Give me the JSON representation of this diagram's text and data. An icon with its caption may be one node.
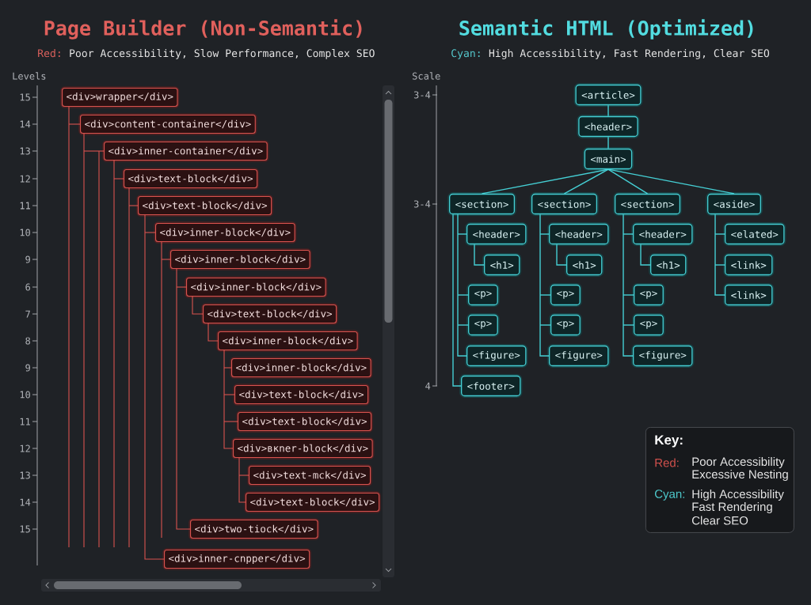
{
  "diagram": {
    "nodes": [
      {
        "text": [
          "<div>wrapper</div>"
        ]
      },
      {
        "text": [
          "<div>content-container</div>"
        ]
      },
      {
        "text": [
          "<div>inner-container</div>"
        ]
      },
      {
        "text": [
          "<div>text-block</div>"
        ]
      },
      {
        "text": [
          "<div>text-block</div>"
        ]
      },
      {
        "text": [
          "<div>inner-block</div>"
        ]
      },
      {
        "text": [
          "<div>inner-block</div>"
        ]
      },
      {
        "text": [
          "<div>inner-block</div>"
        ]
      },
      {
        "text": [
          "<div>text-block</div>"
        ]
      },
      {
        "text": [
          "<div>inner-block</div>"
        ]
      },
      {
        "text": [
          "<div>inner-block</div>"
        ]
      },
      {
        "text": [
          "<div>text-block</div>"
        ]
      },
      {
        "text": [
          "<div>text-block</div>"
        ]
      },
      {
        "text": [
          "<div>вкner-block</div>"
        ]
      },
      {
        "text": [
          "<div>text-mck</div>"
        ]
      },
      {
        "text": [
          "<div>text-block</div>"
        ]
      },
      {
        "text": [
          "<div>two-tiock</div>"
        ]
      },
      {
        "text": [
          "<div>inner-cnpper</div>"
        ]
      },
      {
        "text": [
          "<article>"
        ]
      },
      {
        "text": [
          "<header>"
        ]
      },
      {
        "text": [
          "<main>"
        ]
      },
      {
        "text": [
          "<section>"
        ]
      },
      {
        "text": [
          "<section>"
        ]
      },
      {
        "text": [
          "<section>"
        ]
      },
      {
        "text": [
          "<aside>"
        ]
      },
      {
        "text": [
          "<header>"
        ]
      },
      {
        "text": [
          "<h1>"
        ]
      },
      {
        "text": [
          "<p>"
        ]
      },
      {
        "text": [
          "<p>"
        ]
      },
      {
        "text": [
          "<figure>"
        ]
      },
      {
        "text": [
          "<footer>"
        ]
      },
      {
        "text": [
          "<header>"
        ]
      },
      {
        "text": [
          "<h1>"
        ]
      },
      {
        "text": [
          "<p>"
        ]
      },
      {
        "text": [
          "<p>"
        ]
      },
      {
        "text": [
          "<figure>"
        ]
      },
      {
        "text": [
          "<header>"
        ]
      },
      {
        "text": [
          "<h1>"
        ]
      },
      {
        "text": [
          "<p>"
        ]
      },
      {
        "text": [
          "<p>"
        ]
      },
      {
        "text": [
          "<figure>"
        ]
      },
      {
        "text": [
          "<elated>"
        ]
      },
      {
        "text": [
          "<link>"
        ]
      },
      {
        "text": [
          "<link>"
        ]
      },
      {
        "text": [
          "Key:",
          "Red:",
          "Poor Accessibility",
          "Excessive Nesting",
          "Cyan:",
          "High Accessibility",
          "Fast Rendering",
          "Clear SEO"
        ]
      }
    ],
    "edges": [
      {
        "from": 0,
        "to": 1,
        "arrow": "none",
        "color": "#d9534f"
      },
      {
        "from": 1,
        "to": 2,
        "arrow": "none",
        "color": "#d9534f"
      },
      {
        "from": 2,
        "to": 3,
        "arrow": "none",
        "color": "#d9534f"
      },
      {
        "from": 3,
        "to": 4,
        "arrow": "none",
        "color": "#d9534f"
      },
      {
        "from": 4,
        "to": 5,
        "arrow": "none",
        "color": "#d9534f"
      },
      {
        "from": 5,
        "to": 6,
        "arrow": "none",
        "color": "#d9534f"
      },
      {
        "from": 6,
        "to": 7,
        "arrow": "none",
        "color": "#d9534f"
      },
      {
        "from": 7,
        "to": 8,
        "arrow": "none",
        "color": "#d9534f"
      },
      {
        "from": 8,
        "to": 9,
        "arrow": "none",
        "color": "#d9534f"
      },
      {
        "from": 9,
        "to": 10,
        "arrow": "none",
        "color": "#d9534f"
      },
      {
        "from": 9,
        "to": 11,
        "arrow": "none",
        "color": "#d9534f"
      },
      {
        "from": 9,
        "to": 12,
        "arrow": "none",
        "color": "#d9534f"
      },
      {
        "from": 9,
        "to": 13,
        "arrow": "none",
        "color": "#d9534f"
      },
      {
        "from": 13,
        "to": 14,
        "arrow": "none",
        "color": "#d9534f"
      },
      {
        "from": 13,
        "to": 15,
        "arrow": "none",
        "color": "#d9534f"
      },
      {
        "from": 6,
        "to": 16,
        "arrow": "none",
        "color": "#d9534f"
      },
      {
        "from": 4,
        "to": 17,
        "arrow": "none",
        "color": "#d9534f"
      },
      {
        "from": 18,
        "to": 19,
        "arrow": "none"
      },
      {
        "from": 19,
        "to": 20,
        "arrow": "none"
      },
      {
        "from": 20,
        "to": 21,
        "arrow": "none"
      },
      {
        "from": 20,
        "to": 22,
        "arrow": "none"
      },
      {
        "from": 20,
        "to": 23,
        "arrow": "none"
      },
      {
        "from": 20,
        "to": 24,
        "arrow": "none"
      },
      {
        "from": 21,
        "to": 25,
        "arrow": "none"
      },
      {
        "from": 25,
        "to": 26,
        "arrow": "none"
      },
      {
        "from": 21,
        "to": 27,
        "arrow": "none"
      },
      {
        "from": 21,
        "to": 28,
        "arrow": "none"
      },
      {
        "from": 21,
        "to": 29,
        "arrow": "none"
      },
      {
        "from": 21,
        "to": 30,
        "arrow": "none"
      },
      {
        "from": 22,
        "to": 31,
        "arrow": "none"
      },
      {
        "from": 31,
        "to": 32,
        "arrow": "none"
      },
      {
        "from": 22,
        "to": 33,
        "arrow": "none"
      },
      {
        "from": 22,
        "to": 34,
        "arrow": "none"
      },
      {
        "from": 22,
        "to": 35,
        "arrow": "none"
      },
      {
        "from": 23,
        "to": 36,
        "arrow": "none"
      },
      {
        "from": 36,
        "to": 37,
        "arrow": "none"
      },
      {
        "from": 23,
        "to": 38,
        "arrow": "none"
      },
      {
        "from": 23,
        "to": 39,
        "arrow": "none"
      },
      {
        "from": 23,
        "to": 40,
        "arrow": "none"
      },
      {
        "from": 24,
        "to": 41,
        "arrow": "none"
      },
      {
        "from": 24,
        "to": 42,
        "arrow": "none"
      },
      {
        "from": 24,
        "to": 43,
        "arrow": "none"
      },
      {
        "from": 0,
        "to": null,
        "arrow": "none",
        "color": "#d9534f"
      },
      {
        "from": 1,
        "to": null,
        "arrow": "none",
        "color": "#d9534f"
      },
      {
        "from": 1,
        "to": null,
        "arrow": "none",
        "color": "#d9534f"
      },
      {
        "from": 2,
        "to": null,
        "arrow": "none",
        "color": "#d9534f"
      },
      {
        "from": 3,
        "to": null,
        "arrow": "none",
        "color": "#d9534f"
      },
      {
        "from": 5,
        "to": null,
        "arrow": "none",
        "color": "#d9534f"
      }
    ],
    "labels": [
      "Page Builder (Non-Semantic)",
      "Semantic HTML (Optimized)",
      "Red:",
      "Poor Accessibility, Slow Performance, Complex SEO",
      "Cyan:",
      "High Accessibility, Fast Rendering, Clear SEO",
      "Levels",
      "Scale",
      "15",
      "14",
      "13",
      "12",
      "11",
      "10",
      "9",
      "6",
      "7",
      "8",
      "9",
      "10",
      "11",
      "12",
      "13",
      "14",
      "15",
      "3-4",
      "3-4",
      "4"
    ]
  }
}
